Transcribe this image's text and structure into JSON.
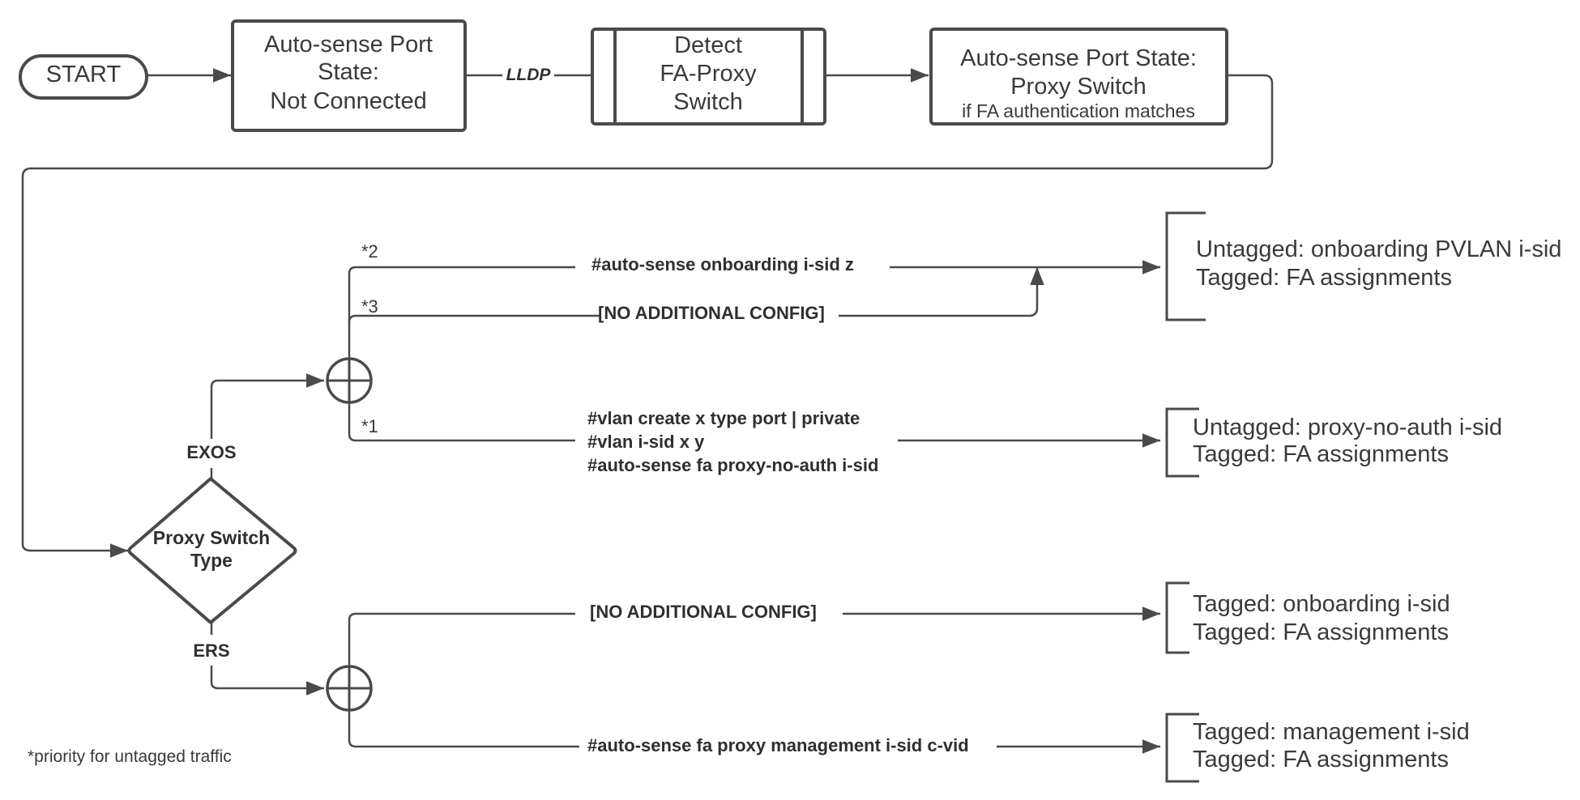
{
  "nodes": {
    "start": "START",
    "not_connected": [
      "Auto-sense Port",
      "State:",
      "Not Connected"
    ],
    "detect": [
      "Detect",
      "FA-Proxy",
      "Switch"
    ],
    "proxy_switch": [
      "Auto-sense Port State:",
      "Proxy Switch"
    ],
    "proxy_switch_note": "if FA authentication matches",
    "decision": [
      "Proxy Switch",
      "Type"
    ]
  },
  "edges": {
    "lldp": "LLDP",
    "exos": "EXOS",
    "ers": "ERS",
    "mark_2": "*2",
    "mark_3": "*3",
    "mark_1": "*1"
  },
  "commands": {
    "onboarding": "#auto-sense onboarding i-sid z",
    "no_config_exos": "[NO ADDITIONAL CONFIG]",
    "proxy_no_auth": [
      "#vlan create x type port | private",
      "#vlan i-sid x y",
      "#auto-sense fa proxy-no-auth i-sid"
    ],
    "no_config_ers": "[NO ADDITIONAL CONFIG]",
    "management": "#auto-sense fa proxy management i-sid c-vid"
  },
  "results": {
    "r1": [
      "Untagged: onboarding PVLAN i-sid",
      "Tagged: FA assignments"
    ],
    "r2": [
      "Untagged: proxy-no-auth i-sid",
      "Tagged: FA assignments"
    ],
    "r3": [
      "Tagged: onboarding i-sid",
      "Tagged: FA assignments"
    ],
    "r4": [
      "Tagged: management i-sid",
      "Tagged: FA assignments"
    ]
  },
  "footnote": "*priority for untagged traffic",
  "colors": {
    "stroke": "#4a4a4a",
    "text": "#3a3a3a",
    "background": "#ffffff"
  }
}
